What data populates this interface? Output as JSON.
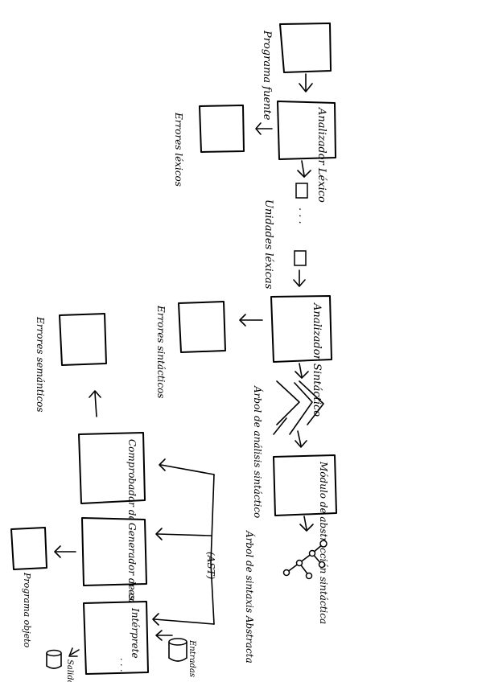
{
  "nodes": {
    "source_program": {
      "label": "Programa fuente"
    },
    "lexical_analyzer": {
      "label": "Analizador Léxico"
    },
    "lexical_errors": {
      "label": "Errores léxicos"
    },
    "lexical_units": {
      "label": "Unidades léxicas",
      "dots": ". . ."
    },
    "syntax_analyzer": {
      "label": "Analizador Sintáctico"
    },
    "syntax_errors": {
      "label": "Errores sintácticos"
    },
    "syntax_tree": {
      "label": "Árbol de análisis sintáctico"
    },
    "abstraction_module": {
      "label": "Módulo de abstracción sintáctica"
    },
    "ast": {
      "label": "Árbol de sintaxis Abstracta",
      "abbr": "(AST)"
    },
    "semantic_checker": {
      "label": "Comprobador de la semántica estática"
    },
    "semantic_errors": {
      "label": "Errores semánticos"
    },
    "code_generator": {
      "label": "Generador de código"
    },
    "object_program": {
      "label": "Programa objeto"
    },
    "interpreter": {
      "label": "Intérprete",
      "dots": ". . ."
    },
    "inputs": {
      "label": "Entradas"
    },
    "outputs": {
      "label": "Salida"
    }
  }
}
